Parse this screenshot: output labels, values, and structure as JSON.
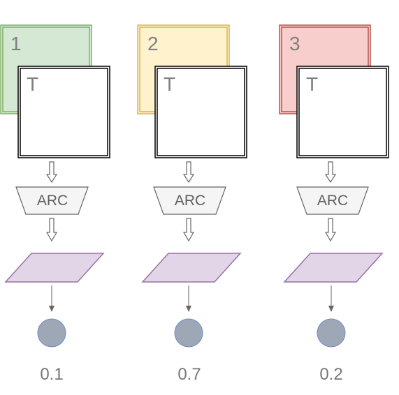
{
  "columns": [
    {
      "id": "col-1",
      "back_label": "1",
      "front_label": "T",
      "arc_label": "ARC",
      "score": "0.1",
      "back_fill": "#d5e8d4",
      "back_stroke": "#82b366"
    },
    {
      "id": "col-2",
      "back_label": "2",
      "front_label": "T",
      "arc_label": "ARC",
      "score": "0.7",
      "back_fill": "#fff2cc",
      "back_stroke": "#d6b656"
    },
    {
      "id": "col-3",
      "back_label": "3",
      "front_label": "T",
      "arc_label": "ARC",
      "score": "0.2",
      "back_fill": "#f8cecc",
      "back_stroke": "#b85450"
    }
  ],
  "colors": {
    "front_stroke": "#000000",
    "front_fill": "#ffffff",
    "arc_fill": "#f5f5f5",
    "arc_stroke": "#666666",
    "para_fill": "#e1d5e7",
    "para_stroke": "#9673a6",
    "circle_fill": "#9ea7b6",
    "circle_stroke": "#6c8ebf",
    "arrow_color": "#666666"
  }
}
